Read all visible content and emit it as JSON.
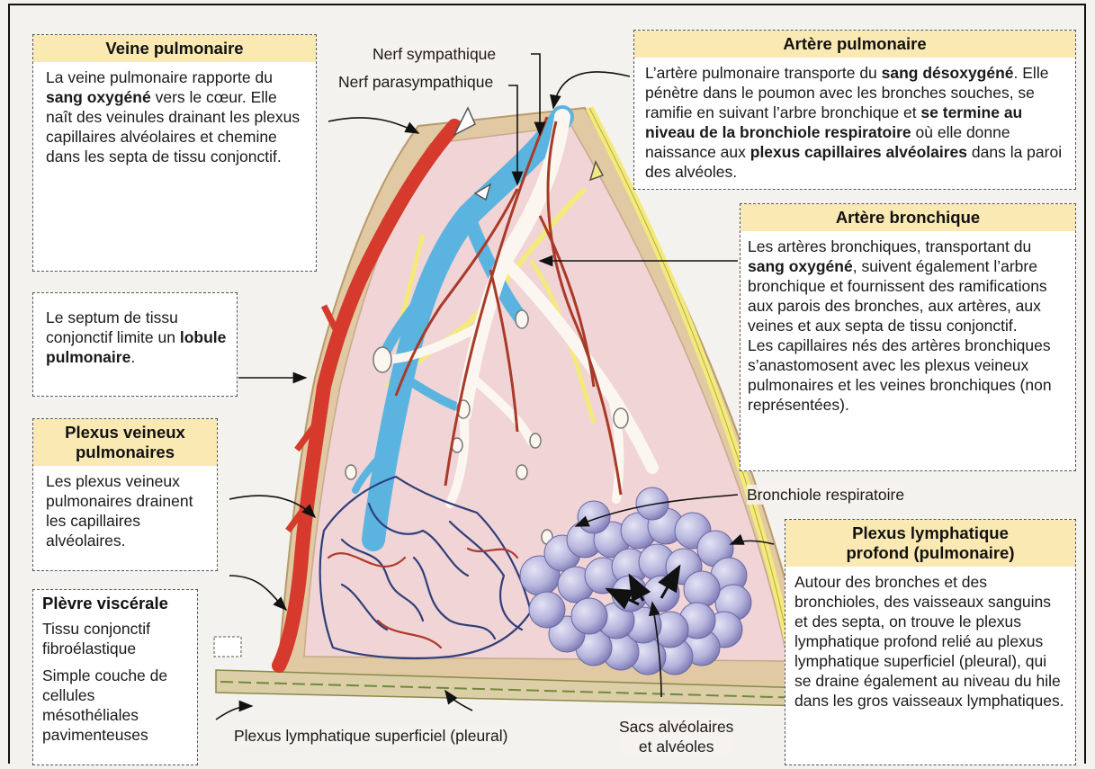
{
  "labels": {
    "nerf_sympathique": "Nerf sympathique",
    "nerf_parasympathique": "Nerf parasympathique",
    "bronchiole_respiratoire": "Bronchiole respiratoire",
    "plexus_superficiel": "Plexus lymphatique superficiel (pleural)",
    "sacs_line1": "Sacs alvéolaires",
    "sacs_line2": "et alvéoles"
  },
  "veine_pulmonaire": {
    "title": "Veine pulmonaire",
    "t1": "La veine pulmonaire rapporte du",
    "t2_bold": "sang oxygéné",
    "t2_rest": " vers le cœur.",
    "t3": "Elle naît des veinules drainant les plexus capillaires alvéolaires et chemine dans les septa de tissu conjonctif."
  },
  "septum": {
    "t1": "Le septum de tissu conjonctif limite un",
    "t2_bold": "lobule pulmonaire",
    "t2_rest": "."
  },
  "plexus_veineux": {
    "title": "Plexus veineux pulmonaires",
    "text": "Les plexus veineux pulmonaires drainent les capillaires alvéolaires."
  },
  "plevre": {
    "title": "Plèvre viscérale",
    "item1": "Tissu conjonctif fibroélastique",
    "item2": "Simple couche de cellules mésothéliales pavimenteuses"
  },
  "artere_pulmonaire": {
    "title": "Artère pulmonaire",
    "t1": "L’artère pulmonaire transporte du ",
    "t1_bold": "sang désoxygéné",
    "t1_rest": ". Elle pénètre dans le poumon avec les bronches souches, se ramifie en suivant l’arbre bronchique et ",
    "t2_bold": "se termine au niveau de la bronchiole respiratoire",
    "t2_rest": " où elle donne naissance aux ",
    "t3_bold": "plexus capillaires alvéolaires",
    "t3_rest": " dans la paroi des alvéoles."
  },
  "artere_bronchique": {
    "title": "Artère bronchique",
    "t1": "Les artères bronchiques, transportant du ",
    "t1_bold": "sang oxygéné",
    "t1_rest": ", suivent également l’arbre bronchique et fournissent des ramifications aux parois des bronches, aux artères, aux veines et aux septa de tissu conjonctif.",
    "t2": "Les capillaires nés des artères bronchiques s’anastomosent avec les plexus veineux pulmonaires et les veines bronchiques (non représentées)."
  },
  "plexus_lymph": {
    "title": "Plexus lymphatique profond (pulmonaire)",
    "text": "Autour des bronches et des bronchioles, des vaisseaux sanguins et des septa, on trouve le plexus lymphatique profond relié au plexus lymphatique superficiel (pleural), qui se draine également au niveau du hile dans les gros vaisseaux lymphatiques."
  },
  "colors": {
    "artery_blue": "#5bb4e0",
    "vein_red": "#d53a2c",
    "bronchial_red": "#a83a28",
    "lymph_yellow": "#f3ea7c",
    "pleura_tan": "#e0c9a3",
    "alveoli": "#b6b4dc",
    "lobule_pink": "#f1d4d6",
    "title_bg": "#fbe9b3"
  }
}
